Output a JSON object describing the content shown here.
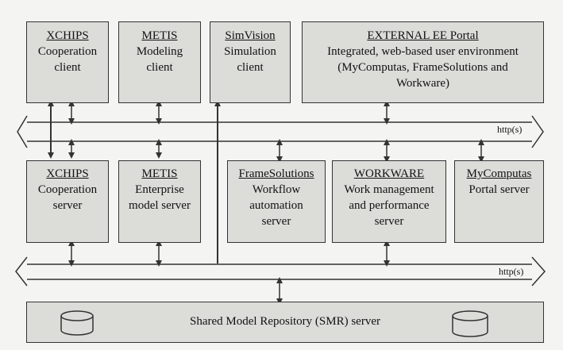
{
  "clients": {
    "xchips": {
      "title": "XCHIPS",
      "lines": [
        "Cooperation",
        "client"
      ]
    },
    "metis": {
      "title": "METIS",
      "lines": [
        "Modeling",
        "client"
      ]
    },
    "simvision": {
      "title": "SimVision",
      "lines": [
        "Simulation",
        "client"
      ]
    },
    "portal": {
      "title": "EXTERNAL EE  Portal",
      "lines": [
        "Integrated, web-based user environment",
        "(MyComputas, FrameSolutions and",
        "Workware)"
      ]
    }
  },
  "servers": {
    "xchips": {
      "title": "XCHIPS",
      "lines": [
        "Cooperation",
        "server"
      ]
    },
    "metis": {
      "title": "METIS",
      "lines": [
        "Enterprise",
        "model server"
      ]
    },
    "framesolutions": {
      "title": "FrameSolutions",
      "lines": [
        "Workflow",
        "automation",
        "server"
      ]
    },
    "workware": {
      "title": "WORKWARE",
      "lines": [
        "Work management",
        "and performance",
        "server"
      ]
    },
    "mycomputas": {
      "title": "MyComputas",
      "lines": [
        "Portal server"
      ]
    }
  },
  "bus": {
    "upper_label": "http(s)",
    "lower_label": "http(s)"
  },
  "repository": {
    "label": "Shared Model Repository (SMR) server"
  }
}
